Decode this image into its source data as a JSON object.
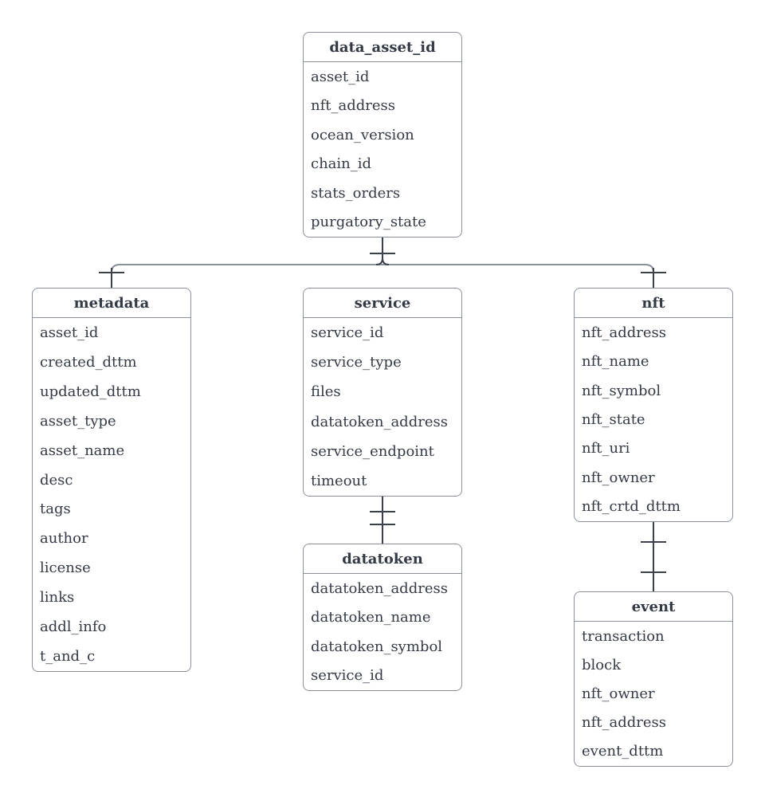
{
  "diagram": {
    "type": "entity-relationship",
    "entities": [
      {
        "id": "data_asset_id",
        "title": "data_asset_id",
        "fields": [
          "asset_id",
          "nft_address",
          "ocean_version",
          "chain_id",
          "stats_orders",
          "purgatory_state"
        ]
      },
      {
        "id": "metadata",
        "title": "metadata",
        "fields": [
          "asset_id",
          "created_dttm",
          "updated_dttm",
          "asset_type",
          "asset_name",
          "desc",
          "tags",
          "author",
          "license",
          "links",
          "addl_info",
          "t_and_c"
        ]
      },
      {
        "id": "service",
        "title": "service",
        "fields": [
          "service_id",
          "service_type",
          "files",
          "datatoken_address",
          "service_endpoint",
          "timeout"
        ]
      },
      {
        "id": "nft",
        "title": "nft",
        "fields": [
          "nft_address",
          "nft_name",
          "nft_symbol",
          "nft_state",
          "nft_uri",
          "nft_owner",
          "nft_crtd_dttm"
        ]
      },
      {
        "id": "datatoken",
        "title": "datatoken",
        "fields": [
          "datatoken_address",
          "datatoken_name",
          "datatoken_symbol",
          "service_id"
        ]
      },
      {
        "id": "event",
        "title": "event",
        "fields": [
          "transaction",
          "block",
          "nft_owner",
          "nft_address",
          "event_dttm"
        ]
      }
    ],
    "relationships": [
      {
        "from": "data_asset_id",
        "to": "metadata",
        "marker": "one"
      },
      {
        "from": "data_asset_id",
        "to": "service",
        "marker": "one"
      },
      {
        "from": "data_asset_id",
        "to": "nft",
        "marker": "one"
      },
      {
        "from": "service",
        "to": "datatoken",
        "marker": "one-one"
      },
      {
        "from": "nft",
        "to": "event",
        "marker": "one-one"
      }
    ],
    "colors": {
      "line_gray": "#8a919b",
      "line_dark": "#3a414b",
      "text": "#333a46",
      "border": "#8a919b",
      "background": "#ffffff"
    }
  }
}
